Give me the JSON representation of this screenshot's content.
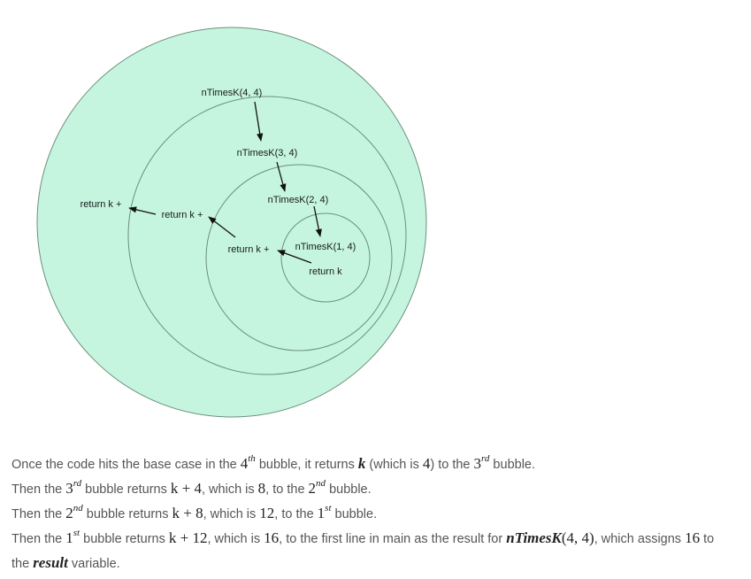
{
  "diagram": {
    "bubble_fill": "#c5f5df",
    "bubble_stroke": "#6c8f7d",
    "labels": {
      "call4": "nTimesK(4, 4)",
      "call3": "nTimesK(3, 4)",
      "call2": "nTimesK(2, 4)",
      "call1": "nTimesK(1, 4)",
      "ret1": "return k +",
      "ret2": "return k +",
      "ret3": "return k +",
      "ret4": "return k"
    }
  },
  "text": {
    "line1": {
      "a": "Once the code hits the base case in the ",
      "n1": "4",
      "s1": "th",
      "b": " bubble, it returns ",
      "k": "k",
      "c": " (which is ",
      "n2": "4",
      "d": ") to the ",
      "n3": "3",
      "s3": "rd",
      "e": " bubble."
    },
    "line2": {
      "a": "Then the ",
      "n1": "3",
      "s1": "rd",
      "b": " bubble returns ",
      "expr": "k + 4",
      "c": ", which is ",
      "n2": "8",
      "d": ", to the ",
      "n3": "2",
      "s3": "nd",
      "e": " bubble."
    },
    "line3": {
      "a": "Then the ",
      "n1": "2",
      "s1": "nd",
      "b": " bubble returns ",
      "expr": "k + 8",
      "c": ", which is ",
      "n2": "12",
      "d": ", to the ",
      "n3": "1",
      "s3": "st",
      "e": " bubble."
    },
    "line4": {
      "a": "Then the ",
      "n1": "1",
      "s1": "st",
      "b": " bubble returns ",
      "expr": "k + 12",
      "c": ", which is ",
      "n2": "16",
      "d": ", to the first line in main as the result for ",
      "call_name": "nTimesK",
      "call_args": "(4, 4)",
      "e": ", which assigns ",
      "n3": "16",
      "f": " to"
    },
    "line5": {
      "a": "the ",
      "var": "result",
      "b": " variable."
    }
  }
}
